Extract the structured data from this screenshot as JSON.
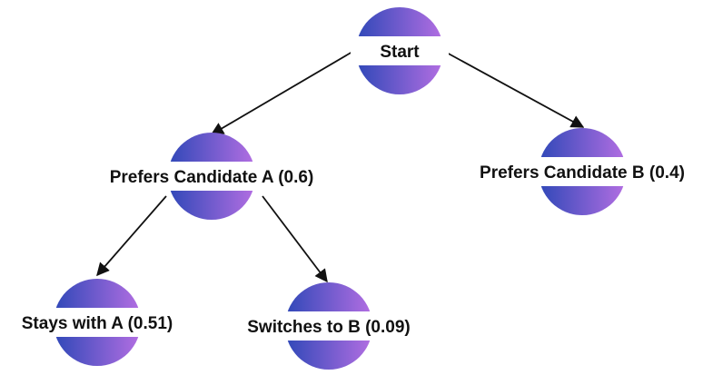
{
  "colors": {
    "gradient_start": "#2f48b8",
    "gradient_end": "#b36ee2",
    "edge": "#111111",
    "text": "#111111",
    "background": "#ffffff"
  },
  "nodes": [
    {
      "id": "start",
      "label": "Start"
    },
    {
      "id": "prefers_a",
      "label": "Prefers Candidate A (0.6)"
    },
    {
      "id": "prefers_b",
      "label": "Prefers Candidate B (0.4)"
    },
    {
      "id": "stays_a",
      "label": "Stays with A (0.51)"
    },
    {
      "id": "switches_b",
      "label": "Switches to B (0.09)"
    }
  ],
  "edges": [
    {
      "from": "start",
      "to": "prefers_a"
    },
    {
      "from": "start",
      "to": "prefers_b"
    },
    {
      "from": "prefers_a",
      "to": "stays_a"
    },
    {
      "from": "prefers_a",
      "to": "switches_b"
    }
  ]
}
